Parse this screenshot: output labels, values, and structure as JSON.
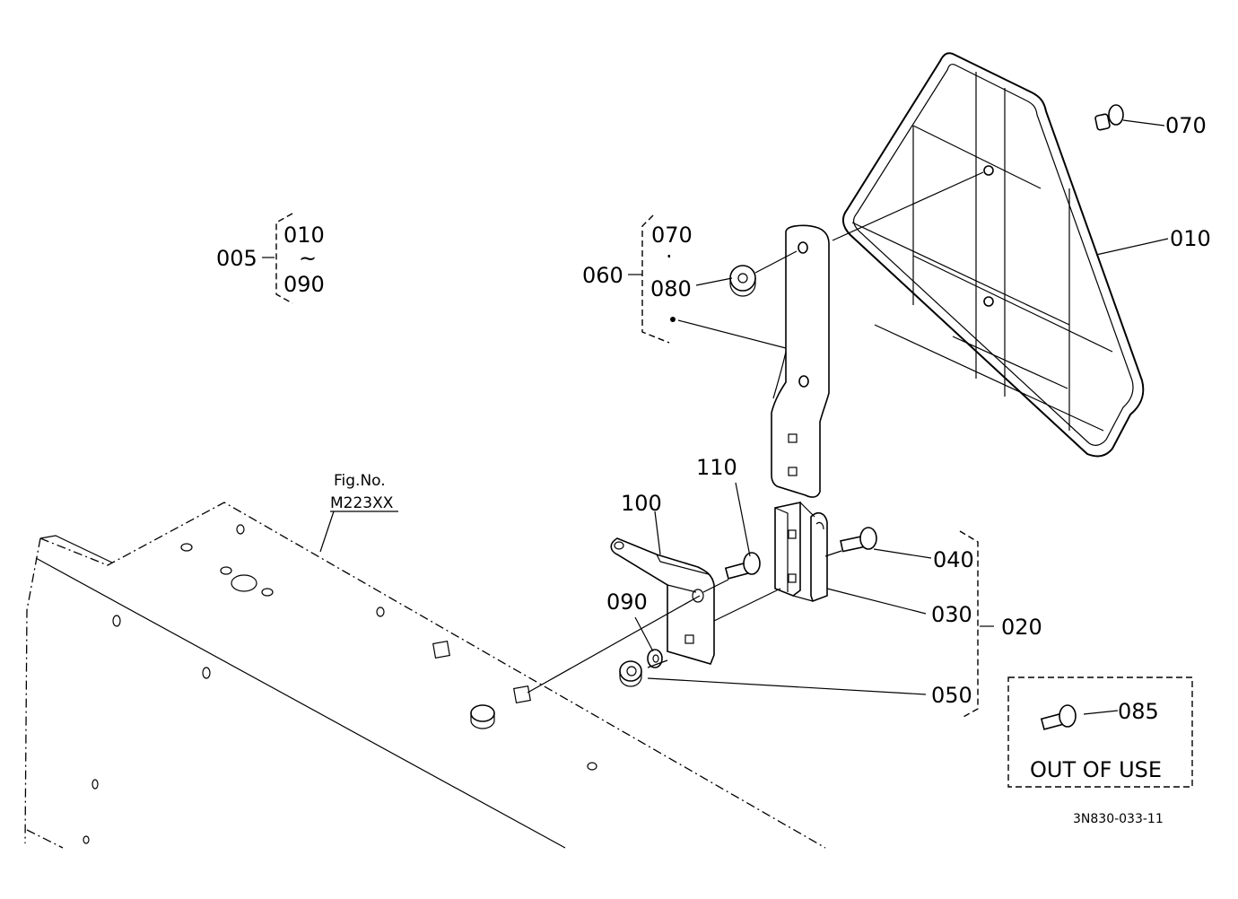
{
  "callouts": {
    "c005": "005",
    "c010a": "010",
    "tilde": "~",
    "c090a": "090",
    "c070a": "070",
    "dot": "·",
    "c060": "060",
    "c080": "080",
    "c070b": "070",
    "c010b": "010",
    "c110": "110",
    "c100": "100",
    "c040": "040",
    "c030": "030",
    "c020": "020",
    "c090b": "090",
    "c050": "050",
    "c085": "085"
  },
  "fig_ref": {
    "line1": "Fig.No.",
    "line2": "M223XX"
  },
  "out_of_use": "OUT OF USE",
  "drawing_number": "3N830-033-11"
}
